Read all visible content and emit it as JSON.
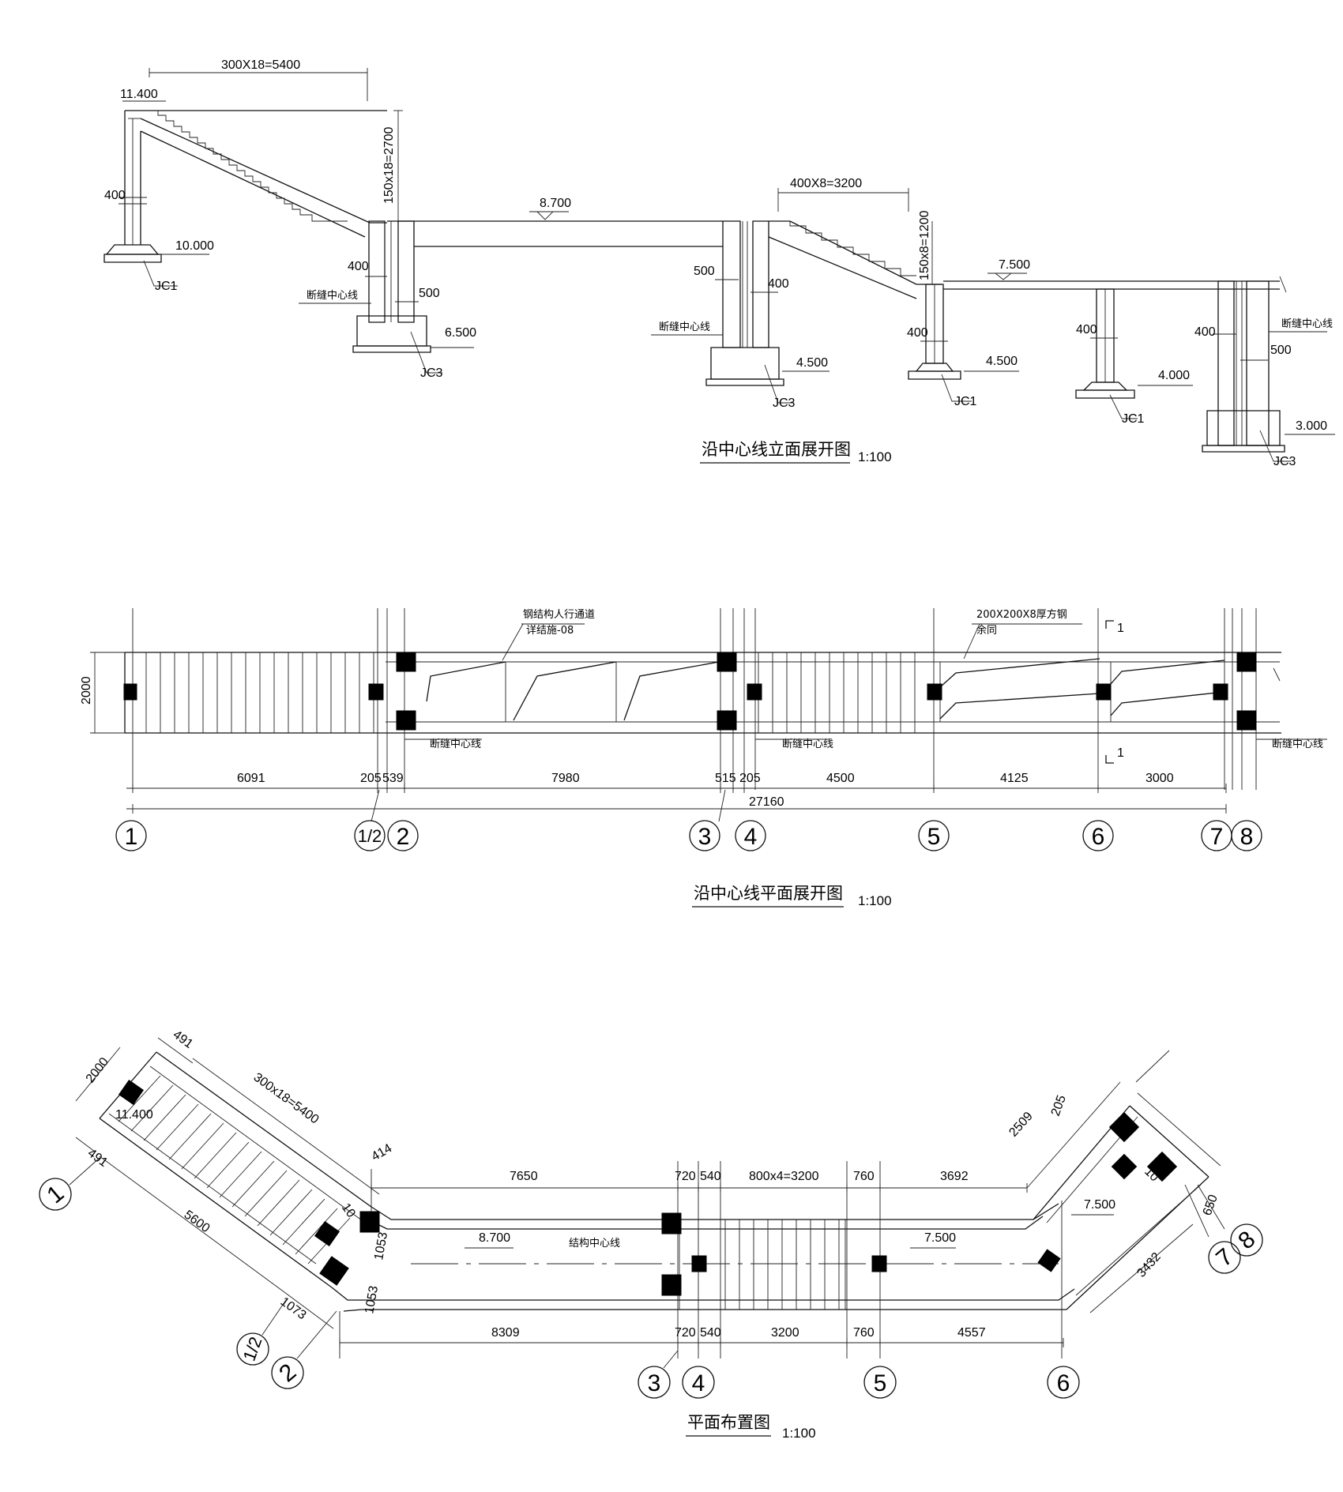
{
  "elevation": {
    "title": "沿中心线立面展开图",
    "scale": "1:100",
    "dims": {
      "stair1_horizontal": "300X18=5400",
      "stair1_vertical": "150x18=2700",
      "stair2_horizontal": "400X8=3200",
      "stair2_vertical": "150x8=1200",
      "d400": "400",
      "d500": "500"
    },
    "levels": {
      "l11400": "11.400",
      "l10000": "10.000",
      "l8700": "8.700",
      "l6500": "6.500",
      "l4500": "4.500",
      "l7500": "7.500",
      "l4000": "4.000",
      "l3000": "3.000"
    },
    "labels": {
      "jc1": "JC1",
      "jc3": "JC3",
      "joint": "断缝中心线"
    }
  },
  "plan_unfolded": {
    "title": "沿中心线平面展开图",
    "scale": "1:100",
    "width_dim": "2000",
    "note1_line1": "钢结构人行通道",
    "note1_line2": "详结施-08",
    "note2_line1": "200X200X8厚方钢",
    "note2_line2": "余同",
    "joint": "断缝中心线",
    "section_mark": "1",
    "segments": [
      "6091",
      "205",
      "539",
      "7980",
      "515",
      "205",
      "4500",
      "4125",
      "3000"
    ],
    "total": "27160",
    "axes": [
      "1",
      "1/2",
      "2",
      "3",
      "4",
      "5",
      "6",
      "7",
      "8"
    ]
  },
  "plan_layout": {
    "title": "平面布置图",
    "scale": "1:100",
    "left_dims": {
      "d491a": "491",
      "d2000": "2000",
      "d5400": "300x18=5400",
      "d491b": "491",
      "d5600": "5600",
      "d1073": "1073",
      "d414": "414",
      "d10": "10",
      "d1053a": "1053",
      "d1053b": "1053"
    },
    "top_segments": [
      "7650",
      "720",
      "540",
      "800x4=3200",
      "760",
      "3692"
    ],
    "bottom_segments": [
      "8309",
      "720",
      "540",
      "3200",
      "760",
      "4557"
    ],
    "right_dims": {
      "d2509": "2509",
      "d205": "205",
      "d10": "10",
      "d650": "650",
      "d3432": "3432"
    },
    "levels": {
      "l11400": "11.400",
      "l8700": "8.700",
      "l7500a": "7.500",
      "l7500b": "7.500"
    },
    "center_line": "结构中心线",
    "axes": {
      "a1": "1",
      "a12": "1/2",
      "a2": "2",
      "a3": "3",
      "a4": "4",
      "a5": "5",
      "a6": "6",
      "a7": "7",
      "a8": "8"
    }
  }
}
